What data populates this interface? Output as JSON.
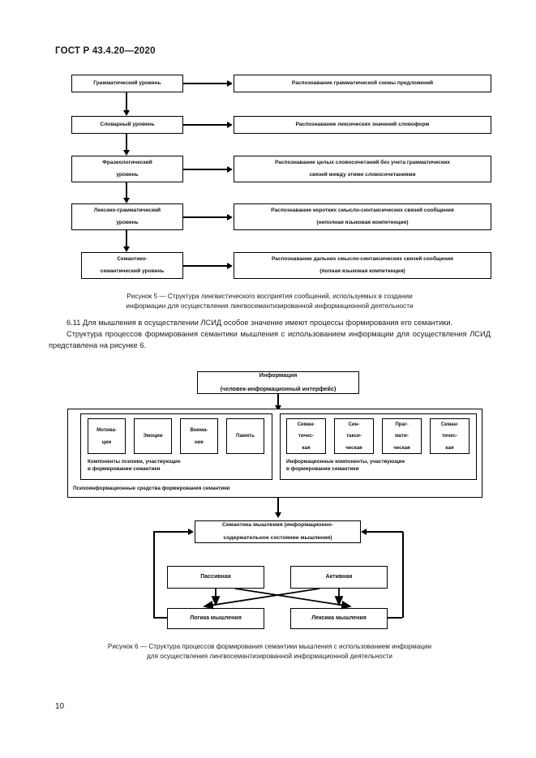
{
  "document": {
    "standard_header": "ГОСТ Р 43.4.20—2020",
    "page_number": "10"
  },
  "figure5": {
    "caption_line1": "Рисунок 5 — Структура лингвистического восприятия сообщений, используемых в создании",
    "caption_line2": "информации для осуществления лингвосемантизированной информационной деятельности",
    "levels": [
      {
        "label": "Грамматический уровень"
      },
      {
        "label": "Словарный уровень"
      },
      {
        "label_line1": "Фразеологический",
        "label_line2": "уровень"
      },
      {
        "label_line1": "Лексико-грамматический",
        "label_line2": "уровень"
      },
      {
        "label_line1": "Семантико-",
        "label_line2": "семантический уровень"
      }
    ],
    "results": [
      {
        "line1": "Распознавание грамматической схемы предложений",
        "line2": ""
      },
      {
        "line1": "Распознавание лексических значений словоформ",
        "line2": ""
      },
      {
        "line1": "Распознавание целых словосочетаний без учета грамматических",
        "line2": "связей между этими словосочетаниями"
      },
      {
        "line1": "Распознавание коротких смысло-синтаксических связей сообщения",
        "line2": "(неполная языковая компетенция)"
      },
      {
        "line1": "Распознавание дальних смысло-синтаксических связей сообщения",
        "line2": "(полная языковая компетенция)"
      }
    ]
  },
  "body": {
    "paragraph1_line1": "6.11 Для мышления в осуществлении ЛСИД особое значение имеют процессы формирования его",
    "paragraph1_line2": "семантики.",
    "paragraph2_line1": "Структура процессов формирования семантики мышления с использованием информации для",
    "paragraph2_line2": "осуществления ЛСИД представлена на рисунке 6."
  },
  "figure6": {
    "caption_line1": "Рисунок 6 — Структура процессов формирования семантики мышления с использованием информации",
    "caption_line2": "для осуществления лингвосемантизированной информационной деятельности",
    "top_box": {
      "line1": "Информация",
      "line2": "(человек-информационный интерфейс)"
    },
    "outer_label": "Психоинформационные средства формирования семантики",
    "psyche_group": {
      "caption_line1": "Компоненты психики, участвующие",
      "caption_line2": "в формировании семантики",
      "items": [
        {
          "line1": "Мотива-",
          "line2": "ции"
        },
        {
          "line1": "Эмоции",
          "line2": ""
        },
        {
          "line1": "Внима-",
          "line2": "ние"
        },
        {
          "line1": "Память",
          "line2": ""
        }
      ]
    },
    "info_group": {
      "caption_line1": "Информационные компоненты, участвующие",
      "caption_line2": "в формировании семантики",
      "items": [
        {
          "line1": "Семан-",
          "line2": "тичес-",
          "line3": "кая"
        },
        {
          "line1": "Син-",
          "line2": "такси-",
          "line3": "ческая"
        },
        {
          "line1": "Праг-",
          "line2": "мати-",
          "line3": "ческая"
        },
        {
          "line1": "Семан-",
          "line2": "тичес-",
          "line3": "кая"
        }
      ]
    },
    "semantics_box": {
      "line1": "Семантика мышления (информационно-",
      "line2": "содержательное состояние мышления)"
    },
    "state_boxes": [
      {
        "label": "Пассивная"
      },
      {
        "label": "Активная"
      }
    ],
    "output_boxes": [
      {
        "label": "Логика мышления"
      },
      {
        "label": "Лексика мышления"
      }
    ]
  }
}
